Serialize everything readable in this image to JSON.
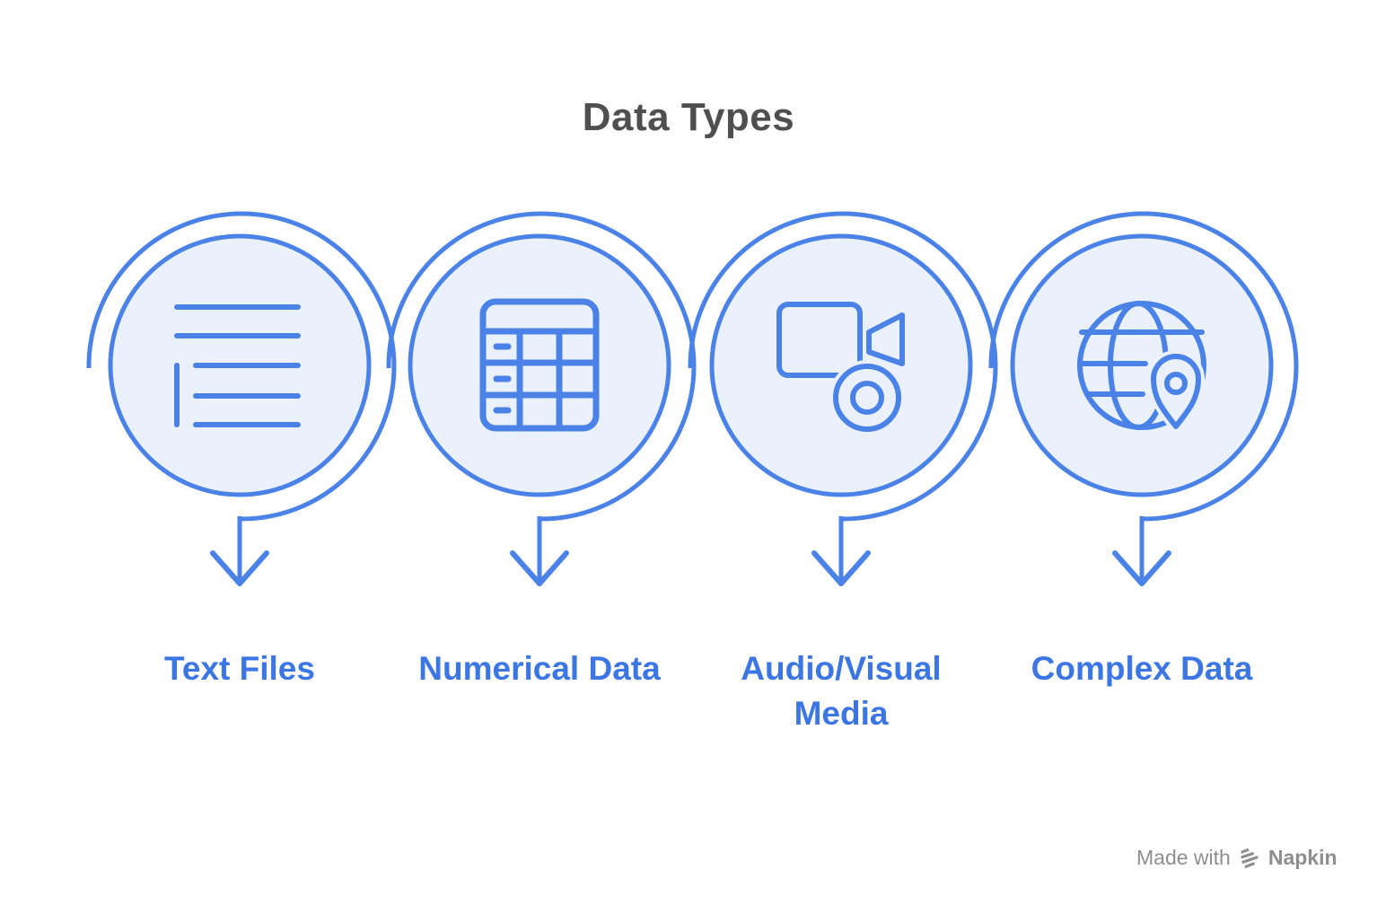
{
  "title": "Data Types",
  "colors": {
    "stroke": "#4B82E8",
    "fill": "#EAF1FD",
    "label": "#3C76E4",
    "title": "#4F4F4F",
    "muted": "#8E8E8E"
  },
  "items": [
    {
      "label": "Text Files",
      "icon": "text-lines-icon"
    },
    {
      "label": "Numerical Data",
      "icon": "table-grid-icon"
    },
    {
      "label": "Audio/Visual Media",
      "icon": "video-camera-icon"
    },
    {
      "label": "Complex Data",
      "icon": "globe-location-icon"
    }
  ],
  "watermark": {
    "prefix": "Made with",
    "brand": "Napkin",
    "logo": "napkin-logo-icon"
  }
}
